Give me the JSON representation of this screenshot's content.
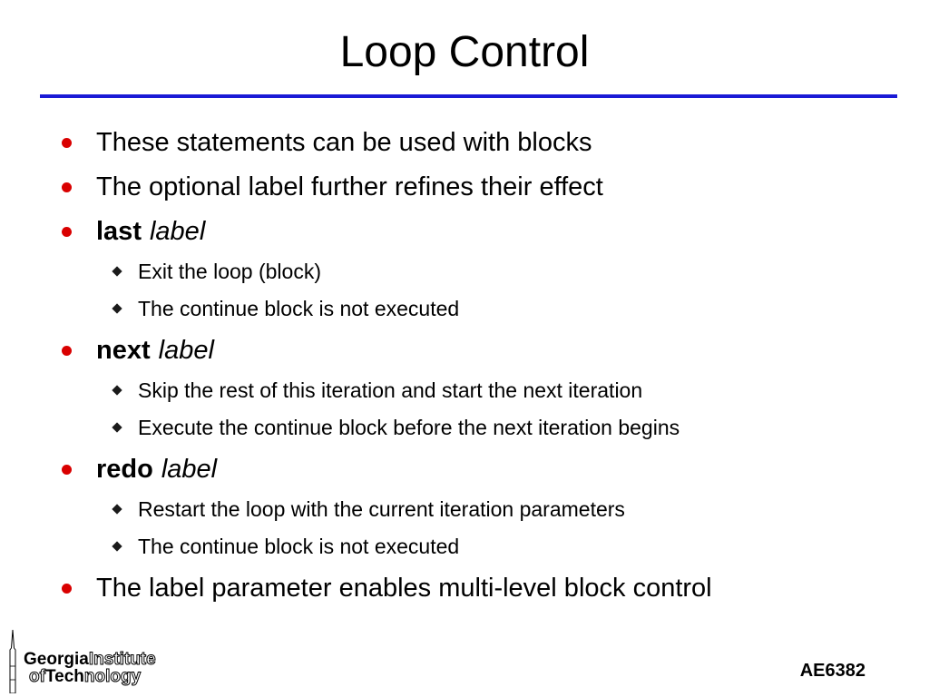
{
  "slide": {
    "title": "Loop Control",
    "footer": "AE6382",
    "accent_rule_color": "#1a1ad6",
    "bullet_color": "#d90000"
  },
  "bullets": [
    {
      "text": "These statements can be used with blocks"
    },
    {
      "text": "The optional label further refines their effect"
    },
    {
      "keyword": "last",
      "argument": "label",
      "subitems": [
        "Exit the loop (block)",
        "The continue block is not executed"
      ]
    },
    {
      "keyword": "next",
      "argument": "label",
      "subitems": [
        "Skip the rest of this iteration and start the next iteration",
        "Execute the continue block before the next iteration begins"
      ]
    },
    {
      "keyword": "redo",
      "argument": "label",
      "subitems": [
        "Restart the loop with the current iteration parameters",
        "The continue block is not executed"
      ]
    },
    {
      "text": "The label parameter enables multi-level block control"
    }
  ],
  "logo": {
    "line1_solid": "Georgia",
    "line1_outline": "Institute",
    "line2_outline": "of",
    "line2_solid": "Tech",
    "line2_outline_end": "nology",
    "icon": "tower-icon"
  }
}
